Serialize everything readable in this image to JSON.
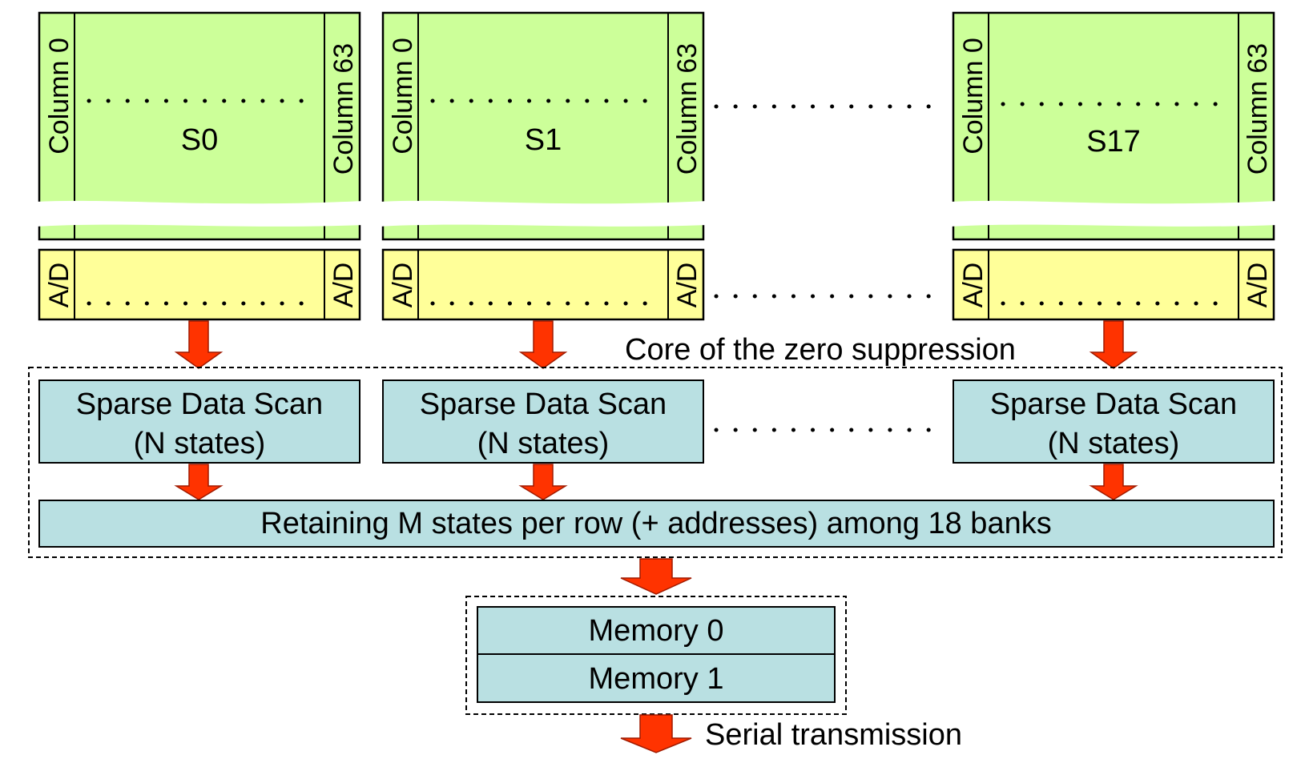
{
  "sensors": [
    {
      "column_left": "Column 0",
      "column_right": "Column 63",
      "name": "S0",
      "ad_left": "A/D",
      "ad_right": "A/D"
    },
    {
      "column_left": "Column 0",
      "column_right": "Column 63",
      "name": "S1",
      "ad_left": "A/D",
      "ad_right": "A/D"
    },
    {
      "column_left": "Column 0",
      "column_right": "Column 63",
      "name": "S17",
      "ad_left": "A/D",
      "ad_right": "A/D"
    }
  ],
  "scan": [
    {
      "line1": "Sparse Data Scan",
      "line2": "(N states)"
    },
    {
      "line1": "Sparse Data Scan",
      "line2": "(N states)"
    },
    {
      "line1": "Sparse Data Scan",
      "line2": "(N states)"
    }
  ],
  "core_label": "Core of the zero suppression",
  "retain_label": "Retaining M states per row (+ addresses) among 18 banks",
  "memories": [
    "Memory 0",
    "Memory 1"
  ],
  "serial_label": "Serial transmission",
  "colors": {
    "sensor_fill": "#ccff99",
    "adc_fill": "#ffff99",
    "processing_fill": "#b9e0e2",
    "arrow_fill": "#ff3300"
  }
}
